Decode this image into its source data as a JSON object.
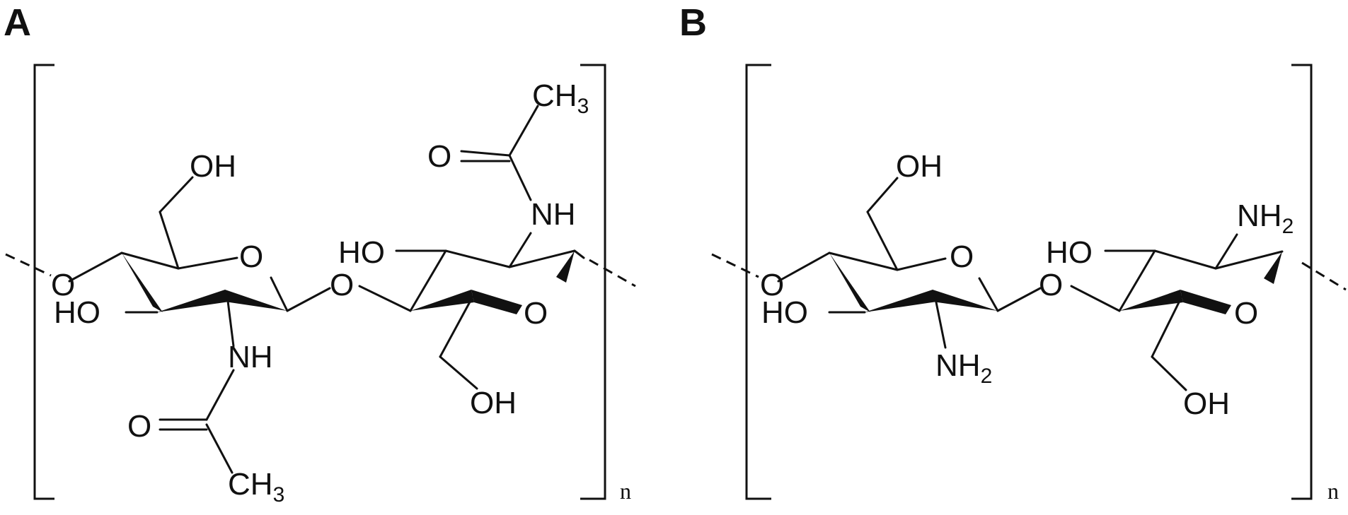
{
  "panels": [
    {
      "label": "A",
      "repeat_subscript": "n",
      "atoms": {
        "oh_top": "OH",
        "ring1_o": "O",
        "link_left_o": "O",
        "ho_left": "HO",
        "nh_lower": "NH",
        "o_carbonyl_lower": "O",
        "ch3_lower": "CH",
        "ch3_lower_sub": "3",
        "link_mid_o": "O",
        "ho_ring2": "HO",
        "ring2_o": "O",
        "oh_bottom": "OH",
        "nh_upper": "NH",
        "o_carbonyl_upper": "O",
        "ch3_upper": "CH",
        "ch3_upper_sub": "3"
      }
    },
    {
      "label": "B",
      "repeat_subscript": "n",
      "atoms": {
        "oh_top": "OH",
        "ring1_o": "O",
        "link_left_o": "O",
        "ho_left": "HO",
        "nh2_lower": "NH",
        "nh2_lower_sub": "2",
        "link_mid_o": "O",
        "ho_ring2": "HO",
        "ring2_o": "O",
        "oh_bottom": "OH",
        "nh2_upper": "NH",
        "nh2_upper_sub": "2"
      }
    }
  ]
}
